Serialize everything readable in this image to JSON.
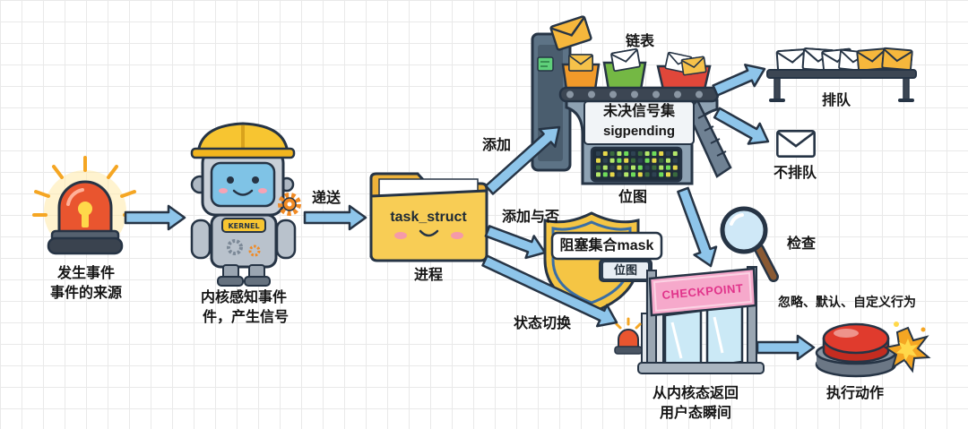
{
  "diagram": {
    "source": {
      "label_line1": "发生事件",
      "label_line2": "事件的来源",
      "icon": "alarm-light-icon"
    },
    "kernel": {
      "badge": "KERNEL",
      "label_line1": "内核感知事件",
      "label_line2": "件，产生信号",
      "icon": "robot-icon"
    },
    "edge_deliver": "递送",
    "process": {
      "folder_text": "task_struct",
      "label": "进程",
      "icon": "folder-icon"
    },
    "edge_add": "添加",
    "edge_add_or_not": "添加与否",
    "edge_state_switch": "状态切换",
    "pending": {
      "list_label": "链表",
      "title": "未决信号集",
      "subtitle": "sigpending",
      "bitmap_label": "位图",
      "icon": "conveyor-machine-icon"
    },
    "queued": {
      "label": "排队",
      "icon": "envelope-stack-icon"
    },
    "not_queued": {
      "label": "不排队",
      "icon": "envelope-icon"
    },
    "blocked": {
      "title": "阻塞集合mask",
      "badge": "位图",
      "icon": "shield-icon"
    },
    "check": {
      "label": "检查",
      "icon": "magnifying-glass-icon"
    },
    "checkpoint": {
      "sign": "CHECKPOINT",
      "label_line1": "从内核态返回",
      "label_line2": "用户态瞬间",
      "icon": "checkpoint-gate-icon"
    },
    "action": {
      "edge_label": "忽略、默认、自定义行为",
      "label": "执行动作",
      "icon": "red-button-icon"
    }
  },
  "colors": {
    "arrow_fill": "#8ec5ea",
    "outline": "#263445",
    "alarm_red": "#e9552f",
    "folder_yellow": "#f8cd55",
    "shield_yellow": "#f5c544",
    "checkpoint_pink": "#f6a9cb",
    "checkpoint_text": "#e1348b",
    "button_red": "#e03b2d"
  }
}
